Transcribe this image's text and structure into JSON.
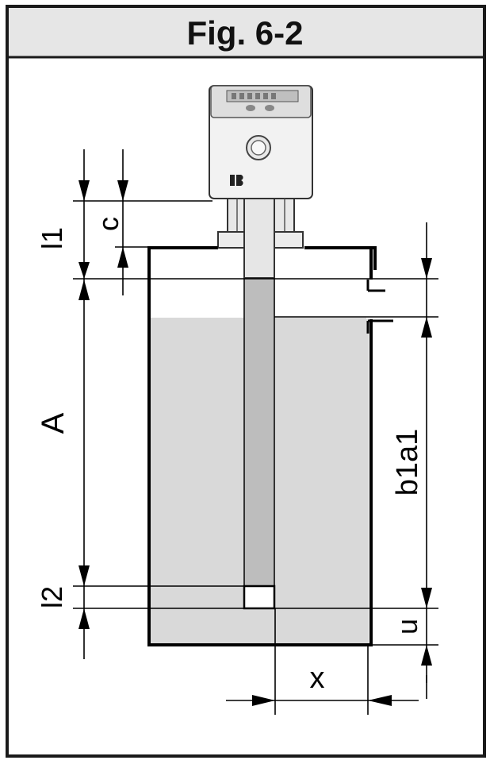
{
  "figure": {
    "title": "Fig. 6-2"
  },
  "labels": {
    "c": "c",
    "l1": "l1",
    "A": "A",
    "l2": "l2",
    "b1a1": "b1a1",
    "u": "u",
    "x": "x"
  },
  "colors": {
    "frame": "#1a1a1a",
    "header_bg": "#e6e6e6",
    "liquid": "#d9d9d9",
    "probe": "#bdbdbd",
    "sensor_housing": "#f2f2f2",
    "line": "#000000"
  },
  "icons": {
    "display": "display-window-icon",
    "button": "round-button-icon",
    "logo": "brand-logo-icon"
  }
}
